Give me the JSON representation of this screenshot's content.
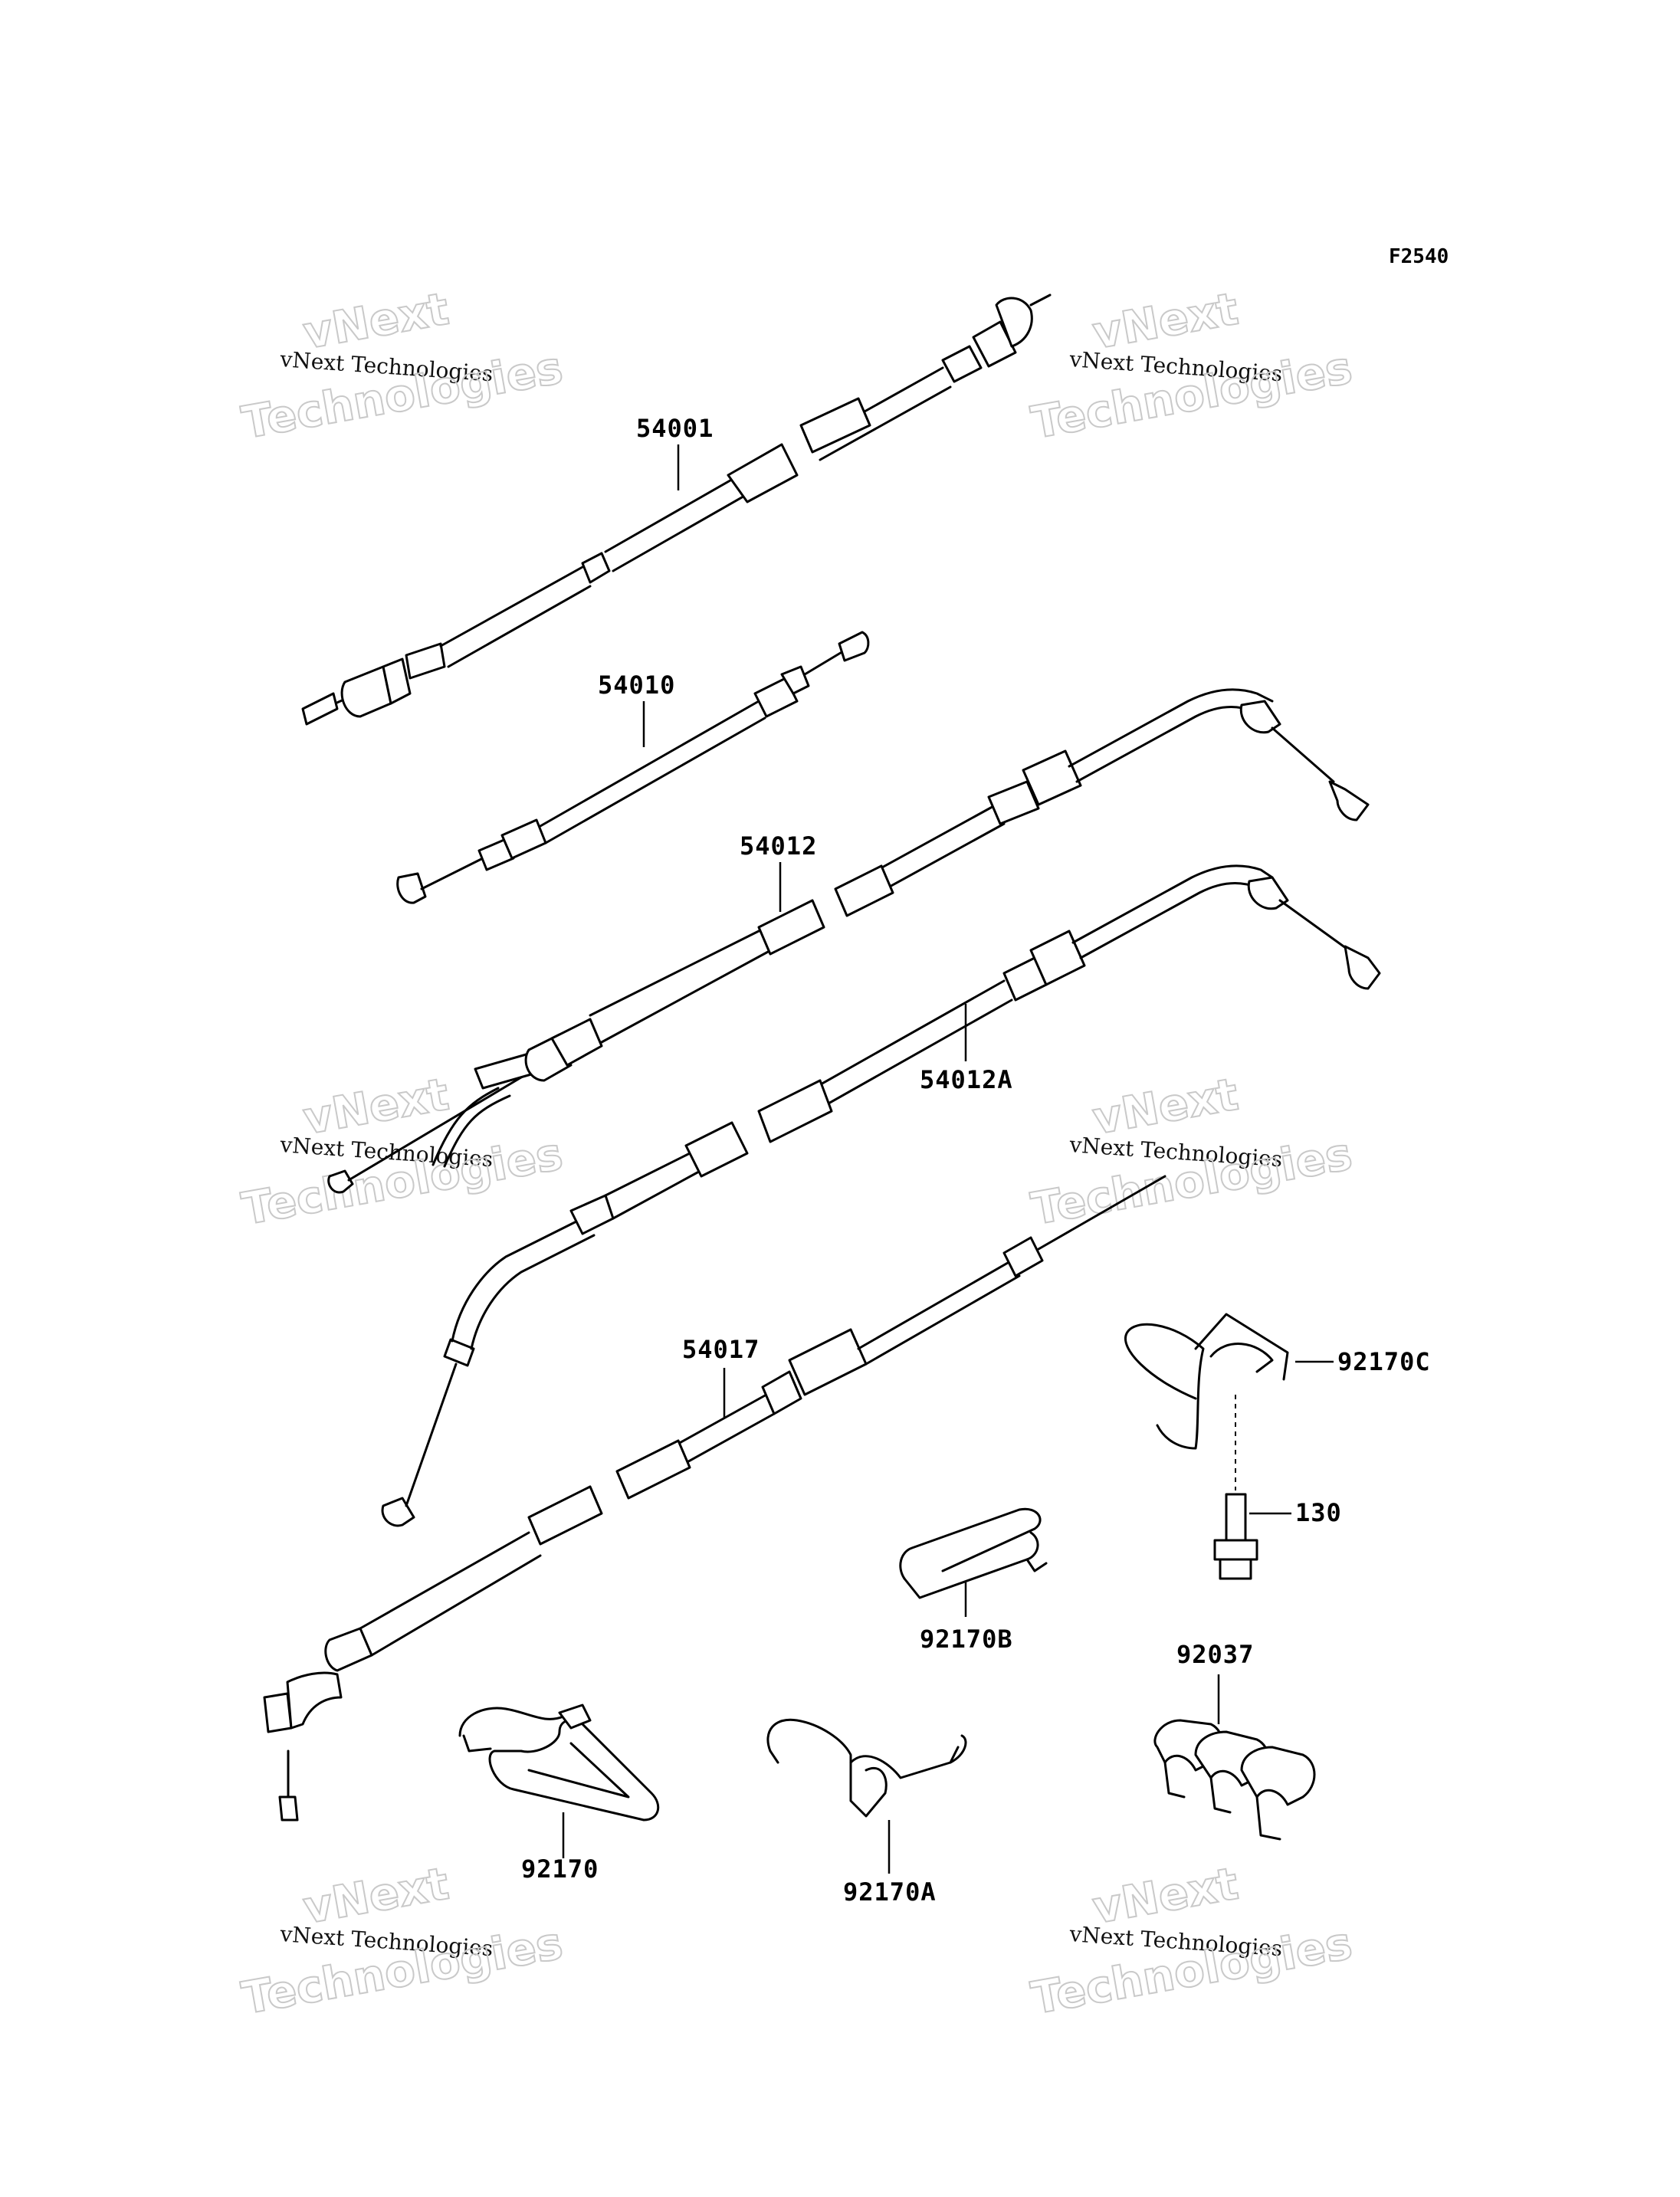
{
  "figure_code": "F2540",
  "parts": [
    {
      "id": "p54001",
      "label": "54001"
    },
    {
      "id": "p54010",
      "label": "54010"
    },
    {
      "id": "p54012",
      "label": "54012"
    },
    {
      "id": "p54012A",
      "label": "54012A"
    },
    {
      "id": "p54017",
      "label": "54017"
    },
    {
      "id": "p92170C",
      "label": "92170C"
    },
    {
      "id": "p130",
      "label": "130"
    },
    {
      "id": "p92170B",
      "label": "92170B"
    },
    {
      "id": "p92037",
      "label": "92037"
    },
    {
      "id": "p92170",
      "label": "92170"
    },
    {
      "id": "p92170A",
      "label": "92170A"
    }
  ],
  "watermark": {
    "line1": "vNext",
    "line2": "vNext Technologies",
    "line3": "Technologies"
  }
}
